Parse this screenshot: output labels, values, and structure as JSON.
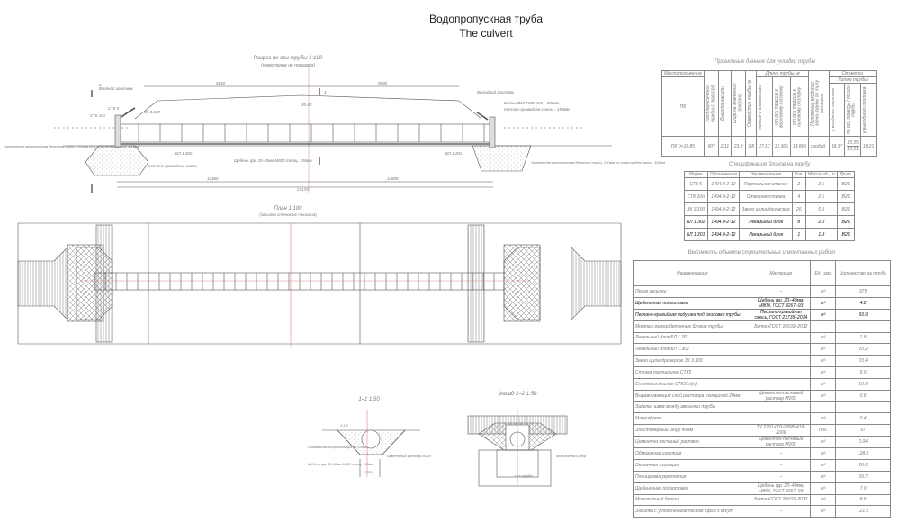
{
  "title": {
    "ru": "Водопропускная труба",
    "en": "The culvert"
  },
  "section": {
    "title": "Разрез по оси трубы  1:100",
    "subtitle": "(укрепление не показано)",
    "labels": {
      "inlet": "Входной оголовок",
      "outlet": "Выходной оголовок",
      "stk5": "СТК 5",
      "stk10": "СТК 10л",
      "zk": "ЗК 3.100",
      "bl1302": "БЛ 1.302",
      "bl1201": "БЛ 1.201",
      "sand": "песчано-гравийная смесь",
      "gravel": "Щебень фр. 20-40мм М800 толщ. 100мм",
      "left_reinf": "Укрепление монолитным бетоном толщ. 100мм по слою щебня толщ. 100мм",
      "right_reinf": "Укрепление монолитным бетоном толщ. 120мм по слою щебня толщ. 100мм",
      "concrete": "Бетон В25 F200 W6 – 200мм",
      "sand_layer": "песчано-гравийная смесь – 150мм",
      "cut": "2",
      "cut1": "1"
    },
    "dims": {
      "left_top": "9640",
      "right_top": "9500",
      "total": "27170",
      "left_bottom": "12365",
      "right_bottom": "14805",
      "elev": "20.40"
    }
  },
  "plan": {
    "title": "План  1:100",
    "subtitle": "(засыпка стенок не показана)"
  },
  "section11": {
    "title": "1–1  1:50",
    "labels": {
      "waterproof": "Обмазочная гидроизоляция в 2 слоя",
      "gravel": "Щебень фр. 20-40мм М800 толщ. 100мм",
      "mortar": "Цементный раствор М200",
      "slope": "1:1.5",
      "width": "1700"
    }
  },
  "facade": {
    "title": "Фасад 2–2  1:50",
    "labels": {
      "axis": "Ось трубы",
      "stop": "Монолитный упор"
    }
  },
  "table1": {
    "caption": "Проектные данные для укладки трубы",
    "headers": {
      "location": "Местоположение",
      "pk": "ПК",
      "angle": "Угол пересечения трубы с трассой",
      "height": "Высота насыпи",
      "width": "Ширина земляного полотна",
      "diam": "Отверстие трубы, м",
      "length": "Длина трубы, м",
      "full": "полная с оголовками",
      "up": "от оси трассы к верховому оголовку",
      "down": "от оси трассы к низовому оголовку",
      "type": "Положение входного звена трубы по типу оголовка",
      "marks": "Отметки",
      "tray": "Лотка трубы",
      "in": "у входного оголовка",
      "axis": "по оси трассы / по оси трубы",
      "out": "у выходного оголовка"
    },
    "row": {
      "pk": "ПК 0+18.85",
      "angle": "90°",
      "height": "2.11",
      "width": "23.0",
      "diam": "3.8",
      "full": "27.17",
      "up": "12.365",
      "down": "14.805",
      "type": "свобод.",
      "in": "18.37",
      "axis_top": "18.35",
      "axis_bottom": "18.31",
      "out": "18.21"
    }
  },
  "table2": {
    "caption": "Спецификация блоков на трубу",
    "headers": [
      "Марка",
      "Обозначение",
      "Наименование",
      "Кол.",
      "Масса ед., т",
      "Прим."
    ],
    "rows": [
      [
        "СТК 5",
        "1494.0-2-12",
        "Портальная стенка",
        "2",
        "2.5",
        "В20"
      ],
      [
        "СТК 10л",
        "1494.0-2-12",
        "Откосная стенка",
        "4",
        "2.5",
        "В20"
      ],
      [
        "ЗК 3.100",
        "1494.0-2-12",
        "Звено цилиндрическое",
        "26",
        "0.9",
        "В20"
      ],
      [
        "БЛ 1.302",
        "1494.0-2-12",
        "Лекальный блок",
        "8",
        "2.9",
        "В20"
      ],
      [
        "БЛ 1.201",
        "1494.0-2-12",
        "Лекальный блок",
        "1",
        "1.8",
        "В20"
      ]
    ]
  },
  "table3": {
    "caption": "Ведомость объемов строительных и монтажных работ",
    "headers": [
      "Наименование",
      "Материал",
      "Ед. изм.",
      "Количество на трубу"
    ],
    "rows": [
      [
        "Песок засыпки",
        "–",
        "м³",
        "375"
      ],
      [
        "Щебеночная подготовка",
        "Щебень фр. 20–40мм, М800, ГОСТ 8267–93",
        "м³",
        "4.2"
      ],
      [
        "Песчано-гравийная подушка под оголовки трубы",
        "Песчано-гравийная смесь, ГОСТ 23735–2014",
        "м³",
        "93.9"
      ],
      [
        "Монтаж железобетонных блоков трубы",
        "Бетон ГОСТ 26633–2012",
        "",
        ""
      ],
      [
        "Лекальный блок БЛ 1.201",
        "",
        "м³",
        "1.8"
      ],
      [
        "Лекальный блок БЛ 1.302",
        "",
        "м³",
        "23.2"
      ],
      [
        "Звено цилиндрическое ЗК 3.100",
        "",
        "м³",
        "23.4"
      ],
      [
        "Стенка портальная СТК5",
        "",
        "м³",
        "5.0"
      ],
      [
        "Стенка откосная СТК10л(п)",
        "",
        "м³",
        "10.0"
      ],
      [
        "Выравнивающий слой раствора толщиной 20мм",
        "Цементно-песчаный раствор М200",
        "м³",
        "0.6"
      ],
      [
        "Заделка швов между звеньями трубы",
        "",
        "",
        ""
      ],
      [
        "Макрофлекс",
        "",
        "м³",
        "0.4"
      ],
      [
        "Эластомерный шнур 40мм",
        "ТУ 2291-003-03989419-2006",
        "п.м.",
        "97"
      ],
      [
        "Цементно-песчаный раствор",
        "Цементно-песчаный раствор М200",
        "м³",
        "0.04"
      ],
      [
        "Обмазочная изоляция",
        "–",
        "м²",
        "128.8"
      ],
      [
        "Оклеечная изоляция",
        "–",
        "м²",
        "26.0"
      ],
      [
        "Планировка укрепления",
        "–",
        "м²",
        "69.7"
      ],
      [
        "Щебеночная подготовка",
        "Щебень фр. 20–40мм, М800, ГОСТ 8267–93",
        "м³",
        "7.0"
      ],
      [
        "Монолитный бетон",
        "Бетон ГОСТ 26633–2012",
        "м³",
        "8.6"
      ],
      [
        "Засыпка с уплотнением песком Кф≥0,5 м/сут",
        "–",
        "м³",
        "121.5"
      ]
    ]
  }
}
